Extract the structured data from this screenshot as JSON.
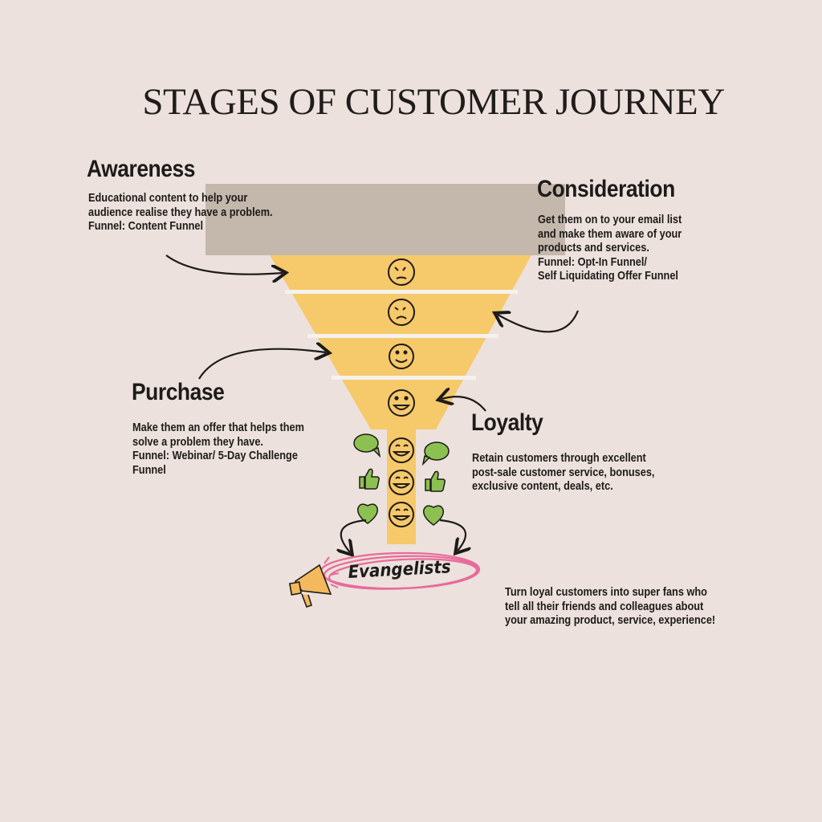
{
  "title": "STAGES OF CUSTOMER JOURNEY",
  "stages": {
    "awareness": {
      "heading": "Awareness",
      "lines": [
        "Educational content to help your",
        "audience realise they have a problem.",
        "Funnel: Content Funnel"
      ]
    },
    "consideration": {
      "heading": "Consideration",
      "lines": [
        "Get them on to your email list",
        "and make them aware of your",
        "products and services.",
        "Funnel: Opt-In Funnel/",
        "Self Liquidating Offer Funnel"
      ]
    },
    "purchase": {
      "heading": "Purchase",
      "lines": [
        "Make them an offer that helps them",
        "solve a problem they have.",
        "Funnel: Webinar/ 5-Day Challenge",
        "Funnel"
      ]
    },
    "loyalty": {
      "heading": "Loyalty",
      "lines": [
        "Retain customers through excellent",
        "post-sale customer service, bonuses,",
        "exclusive content, deals, etc."
      ]
    },
    "evangelists": {
      "label": "Evangelists",
      "lines": [
        "Turn loyal customers into super fans who",
        "tell all their friends and colleagues about",
        "your amazing product, service, experience!"
      ]
    }
  },
  "colors": {
    "background": "#ece1dc",
    "funnel": "#f6c96a",
    "divider": "#f5f2ee",
    "overlay_box": "#c4b7ab",
    "green": "#8cc152",
    "pink": "#e86a9a",
    "megaphone": "#f4b95c"
  },
  "icons": [
    "confused-face-icon",
    "frowning-face-icon",
    "smiling-face-icon",
    "grinning-face-icon",
    "speech-bubble-icon",
    "thumbs-up-icon",
    "heart-icon",
    "megaphone-icon",
    "arrow-icon"
  ]
}
